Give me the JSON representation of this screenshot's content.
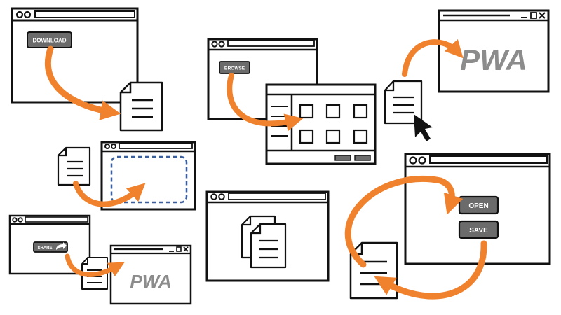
{
  "buttons": {
    "download": "DOWNLOAD",
    "browse": "BROWSE",
    "share": "SHARE",
    "open": "OPEN",
    "save": "SAVE"
  },
  "logos": {
    "pwa_large": "PWA",
    "pwa_small": "PWA"
  },
  "colors": {
    "arrow": "#F0822E",
    "outline": "#111111",
    "button_fill": "#6B6B6B",
    "button_text": "#FFFFFF",
    "dashed_drop_zone": "#3A5FA0",
    "logo_gray": "#8C8C8C"
  },
  "icons": [
    "document-icon",
    "cursor-icon",
    "share-arrow-icon",
    "window-controls-icon"
  ]
}
